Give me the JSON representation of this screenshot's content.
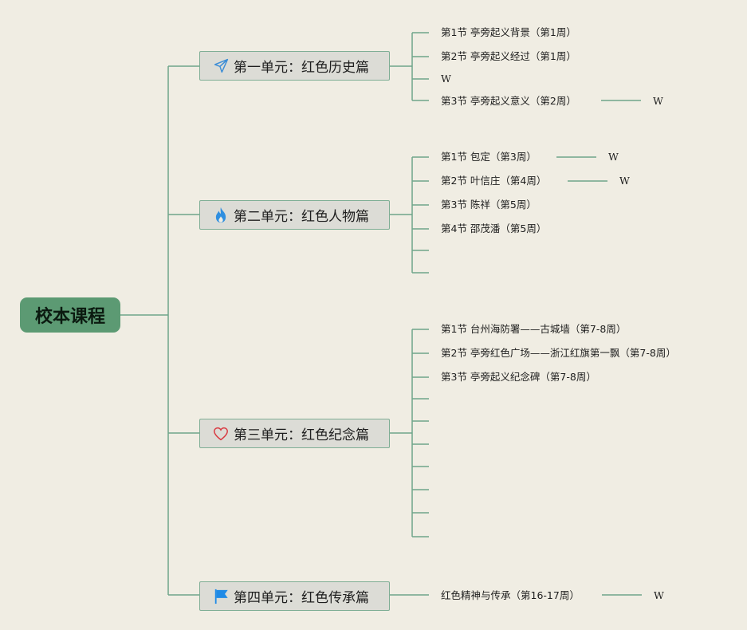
{
  "root": {
    "label": "校本课程"
  },
  "units": [
    {
      "label": "第一单元：红色历史篇",
      "icon": "paper-plane-icon",
      "sections": [
        {
          "label": "第1节 亭旁起义背景（第1周）"
        },
        {
          "label": "第2节 亭旁起义经过（第1周）"
        },
        {
          "label": "W"
        },
        {
          "label": "第3节 亭旁起义意义（第2周）",
          "tag": "W"
        }
      ]
    },
    {
      "label": "第二单元：红色人物篇",
      "icon": "flame-icon",
      "sections": [
        {
          "label": "第1节 包定（第3周）",
          "tag": "W"
        },
        {
          "label": "第2节 叶信庄（第4周）",
          "tag": "W"
        },
        {
          "label": "第3节 陈祥（第5周）"
        },
        {
          "label": "第4节 邵茂潘（第5周）"
        },
        {
          "label": ""
        },
        {
          "label": ""
        }
      ]
    },
    {
      "label": "第三单元：红色纪念篇",
      "icon": "heart-icon",
      "sections": [
        {
          "label": "第1节 台州海防署——古城墙（第7-8周）"
        },
        {
          "label": "第2节 亭旁红色广场——浙江红旗第一飘（第7-8周）"
        },
        {
          "label": "第3节 亭旁起义纪念碑（第7-8周）"
        },
        {
          "label": ""
        },
        {
          "label": ""
        },
        {
          "label": ""
        },
        {
          "label": ""
        },
        {
          "label": ""
        },
        {
          "label": ""
        },
        {
          "label": ""
        }
      ]
    },
    {
      "label": "第四单元：红色传承篇",
      "icon": "flag-icon",
      "sections": [
        {
          "label": "红色精神与传承（第16-17周）",
          "tag": "W"
        }
      ]
    }
  ],
  "colors": {
    "line": "#6fa58a",
    "root_fill": "#5c9a73",
    "unit_fill": "#dcdcd6",
    "unit_border": "#7fae95",
    "paper_plane": "#3c8dd6",
    "flame": "#2f8fe0",
    "heart": "#d9363e",
    "flag": "#1f8ae6"
  }
}
